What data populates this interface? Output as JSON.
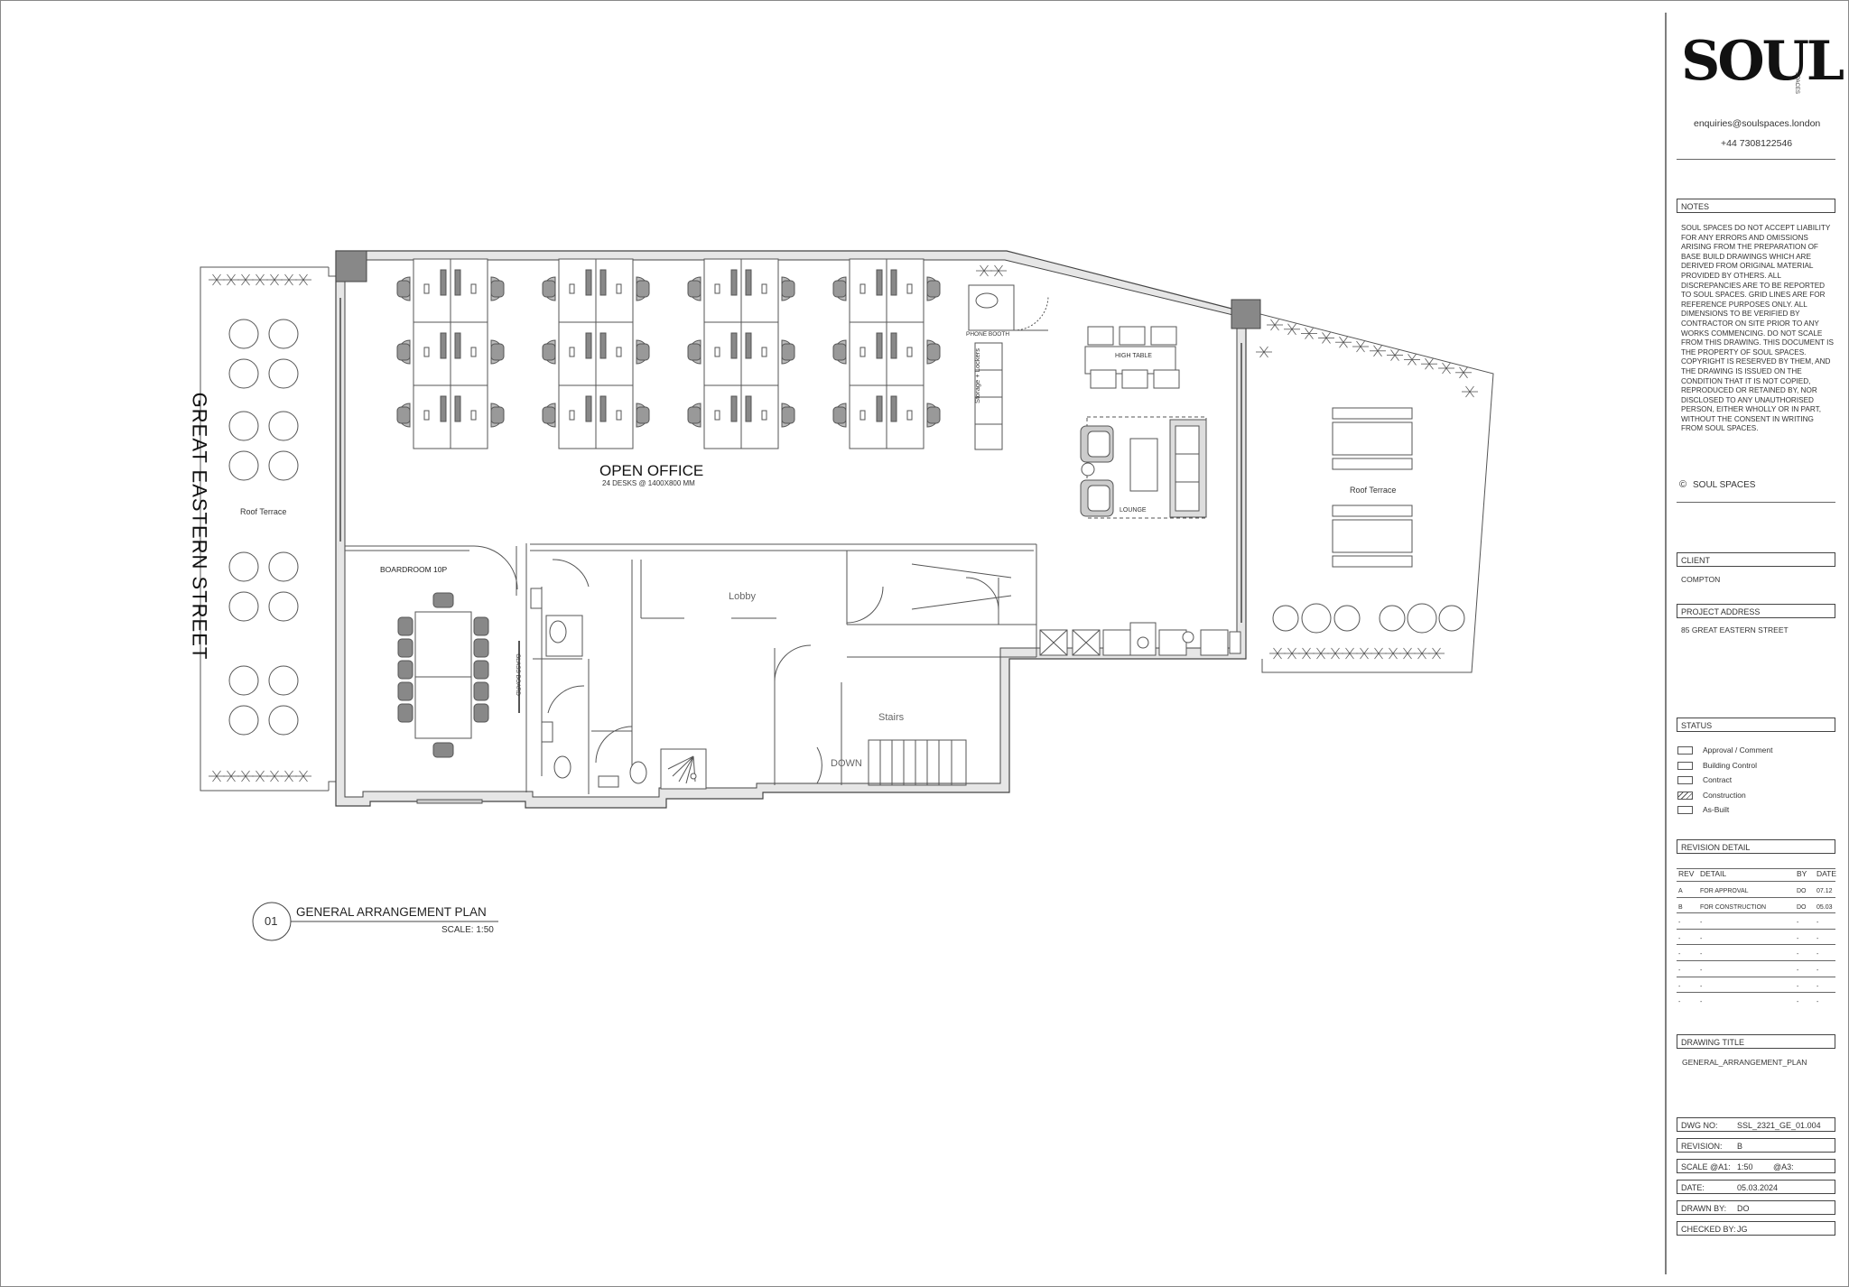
{
  "street_name": "GREAT EASTERN STREET",
  "plan_labels": {
    "roof_terrace_left": "Roof Terrace",
    "roof_terrace_right": "Roof Terrace",
    "open_office": "OPEN OFFICE",
    "desks": "24 DESKS @ 1400X800 MM",
    "phone_booth": "PHONE BOOTH",
    "storage": "Storage + Lockers",
    "high_table": "HIGH TABLE",
    "lounge": "LOUNGE",
    "boardroom": "BOARDROOM 10P",
    "glass_board": "GLASS BOARD",
    "lobby": "Lobby",
    "stairs": "Stairs",
    "down": "DOWN"
  },
  "drawing_callout": {
    "number": "01",
    "title": "GENERAL ARRANGEMENT PLAN",
    "scale": "SCALE: 1:50"
  },
  "title_block": {
    "logo": "SOUL",
    "logo_small": "SPACES",
    "email": "enquiries@soulspaces.london",
    "phone": "+44 7308122546",
    "notes_label": "NOTES",
    "notes_text": "SOUL SPACES DO NOT ACCEPT LIABILITY FOR ANY ERRORS AND OMISSIONS ARISING FROM THE PREPARATION OF BASE BUILD DRAWINGS WHICH ARE DERIVED FROM ORIGINAL MATERIAL PROVIDED BY OTHERS. ALL DISCREPANCIES ARE TO BE REPORTED TO SOUL SPACES. GRID LINES ARE FOR REFERENCE PURPOSES ONLY. ALL DIMENSIONS TO BE VERIFIED BY CONTRACTOR ON SITE PRIOR TO ANY WORKS COMMENCING. DO NOT SCALE FROM THIS DRAWING. THIS DOCUMENT IS THE PROPERTY OF SOUL SPACES. COPYRIGHT IS RESERVED BY THEM, AND THE DRAWING IS ISSUED ON THE CONDITION THAT IT IS NOT COPIED, REPRODUCED OR RETAINED BY, NOR DISCLOSED TO ANY UNAUTHORISED PERSON, EITHER WHOLLY OR IN PART, WITHOUT THE CONSENT IN WRITING FROM SOUL SPACES.",
    "copyright": "SOUL SPACES",
    "client_label": "CLIENT",
    "client": "COMPTON",
    "address_label": "PROJECT ADDRESS",
    "address": "85 GREAT EASTERN STREET",
    "status_label": "STATUS",
    "status_items": [
      "Approval / Comment",
      "Building Control",
      "Contract",
      "Construction",
      "As-Built"
    ],
    "revision_label": "REVISION DETAIL",
    "revision_headers": [
      "REV",
      "DETAIL",
      "BY",
      "DATE"
    ],
    "revision_rows": [
      [
        "A",
        "FOR APPROVAL",
        "DO",
        "07.12"
      ],
      [
        "B",
        "FOR CONSTRUCTION",
        "DO",
        "05.03"
      ],
      [
        "-",
        "-",
        "-",
        "-"
      ],
      [
        "-",
        "-",
        "-",
        "-"
      ],
      [
        "-",
        "-",
        "-",
        "-"
      ],
      [
        "-",
        "-",
        "-",
        "-"
      ],
      [
        "-",
        "-",
        "-",
        "-"
      ],
      [
        "-",
        "-",
        "-",
        "-"
      ]
    ],
    "drawing_title_label": "DRAWING TITLE",
    "drawing_title": "GENERAL_ARRANGEMENT_PLAN",
    "dwg_no_label": "DWG NO:",
    "dwg_no": "SSL_2321_GE_01.004",
    "revision_field_label": "REVISION:",
    "revision": "B",
    "scale_label": "SCALE @A1:",
    "scale": "1:50",
    "scale_a3": "@A3:",
    "date_label": "DATE:",
    "date": "05.03.2024",
    "drawn_by_label": "DRAWN BY:",
    "drawn_by": "DO",
    "checked_by_label": "CHECKED BY:",
    "checked_by": "JG"
  }
}
